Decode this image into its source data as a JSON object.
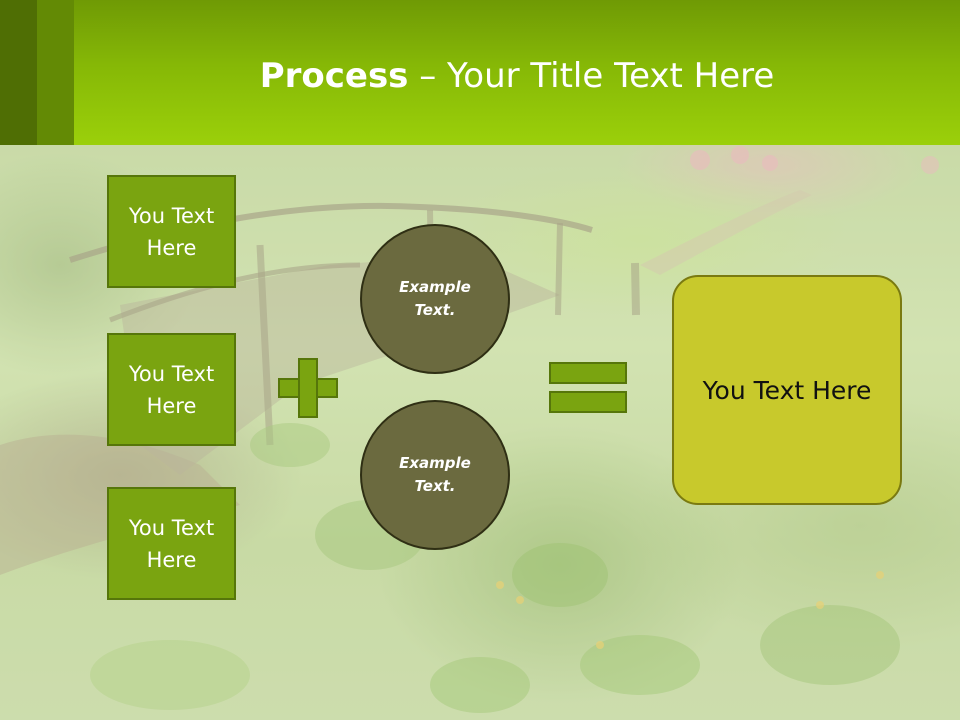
{
  "slide": {
    "title_bold": "Process",
    "title_rest": " – Your Title Text Here",
    "boxes": [
      {
        "line1": "You Text",
        "line2": "Here"
      },
      {
        "line1": "You Text",
        "line2": "Here"
      },
      {
        "line1": "You Text",
        "line2": "Here"
      }
    ],
    "circles": [
      {
        "line1": "Example",
        "line2": "Text."
      },
      {
        "line1": "Example",
        "line2": "Text."
      }
    ],
    "result": "You Text Here"
  },
  "icons": {
    "plus": "plus-icon",
    "equals": "equals-icon"
  },
  "colors": {
    "header_green": "#9bd00a",
    "box_green": "#7aa410",
    "circle_olive": "#6b6a3f",
    "result_yellow": "#c8c92c"
  }
}
